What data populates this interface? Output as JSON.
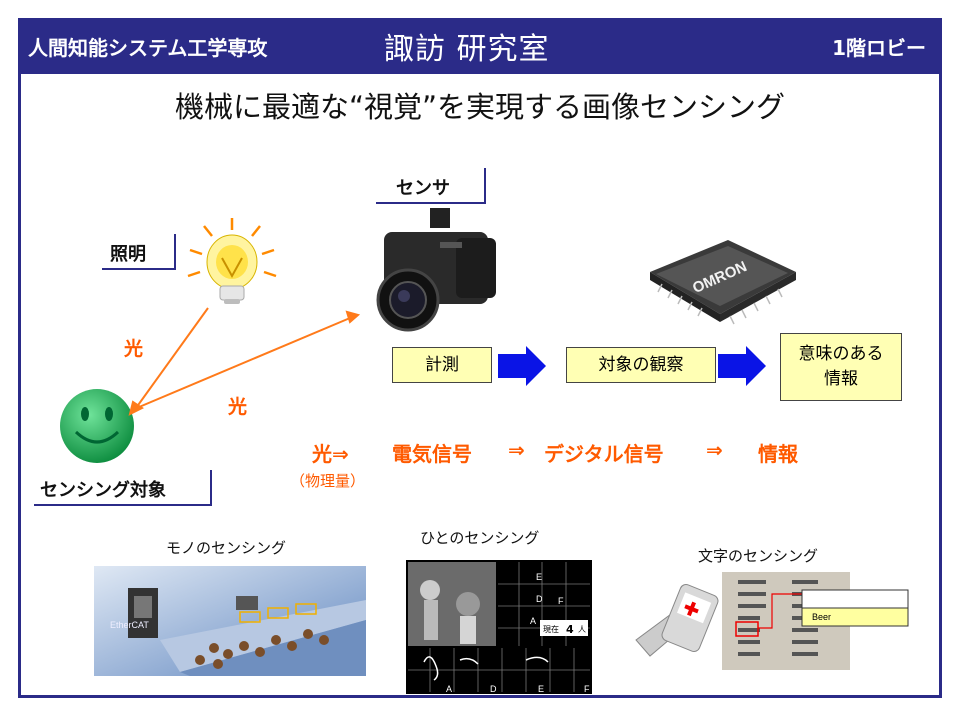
{
  "header": {
    "department": "人間知能システム工学専攻",
    "lab": "諏訪 研究室",
    "location": "1階ロビー"
  },
  "title": "機械に最適な“視覚”を実現する画像センシング",
  "labels": {
    "sensor": "センサ",
    "illumination": "照明",
    "target": "センシング対象",
    "light1": "光",
    "light2": "光",
    "chip_brand": "OMRON"
  },
  "flow": {
    "step1": "計測",
    "step2": "対象の観察",
    "step3": "意味のある情報"
  },
  "chain": {
    "light": "光⇒",
    "electric": "電気信号",
    "arrow1": "⇒",
    "digital": "デジタル信号",
    "arrow2": "⇒",
    "info": "情報",
    "physical": "（物理量）"
  },
  "examples": {
    "things": "モノのセンシング",
    "people": "ひとのセンシング",
    "text": "文字のセンシング",
    "people_count_prefix": "現在",
    "people_count": "4",
    "people_count_suffix": "人",
    "things_logo": "EtherCAT",
    "beer_label": "Beer",
    "grid_letters": [
      "E",
      "D",
      "F",
      "A",
      "A",
      "D",
      "E",
      "F"
    ]
  },
  "colors": {
    "header_bg": "#2b2b88",
    "accent_orange": "#ff5a00",
    "box_fill": "#ffffb4",
    "arrow_blue": "#0a14e6"
  }
}
